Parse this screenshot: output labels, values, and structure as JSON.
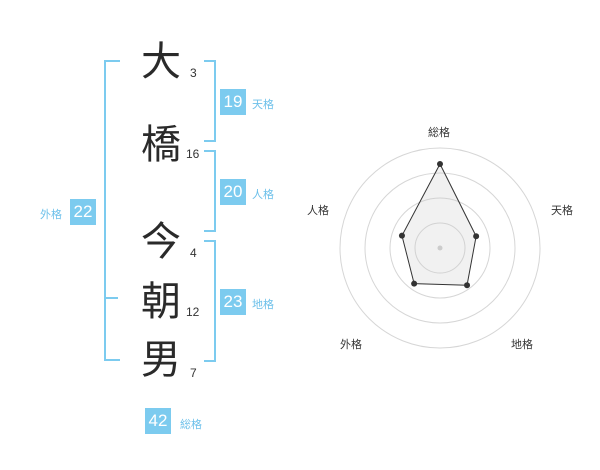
{
  "name": {
    "characters": [
      {
        "char": "大",
        "strokes": "3"
      },
      {
        "char": "橋",
        "strokes": "16"
      },
      {
        "char": "今",
        "strokes": "4"
      },
      {
        "char": "朝",
        "strokes": "12"
      },
      {
        "char": "男",
        "strokes": "7"
      }
    ]
  },
  "kakusu": {
    "tenkaku": {
      "value": "19",
      "label": "天格"
    },
    "jinkaku": {
      "value": "20",
      "label": "人格"
    },
    "chikaku": {
      "value": "23",
      "label": "地格"
    },
    "gaikaku": {
      "value": "22",
      "label": "外格"
    },
    "soukaku": {
      "value": "42",
      "label": "総格"
    }
  },
  "colors": {
    "accent": "#7ccbef",
    "accent_text": "#6cc0ea",
    "text": "#2a2a2a",
    "grid": "#d6d6d6"
  },
  "chart_data": {
    "type": "radar",
    "axes": [
      "総格",
      "天格",
      "地格",
      "外格",
      "人格"
    ],
    "values": [
      42,
      19,
      23,
      22,
      20
    ],
    "grid": true,
    "legend": false
  }
}
